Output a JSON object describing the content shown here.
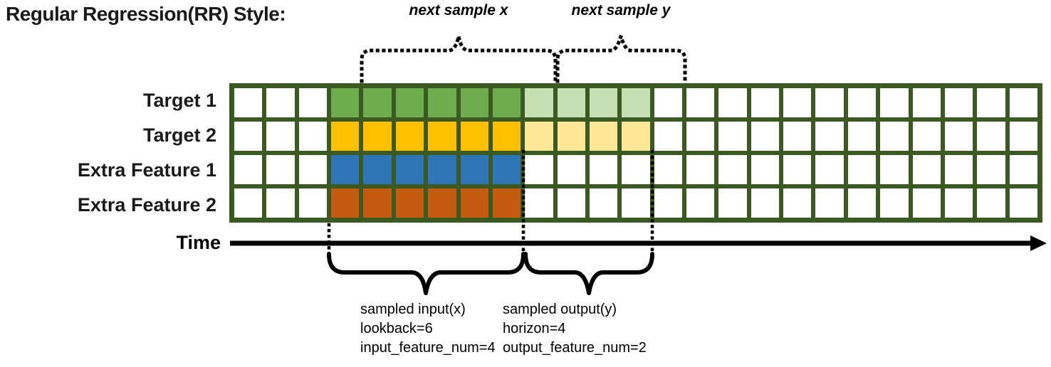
{
  "title": "Regular Regression(RR) Style:",
  "time_axis": {
    "label": "Time"
  },
  "annotations": {
    "next_sample_x": "next sample x",
    "next_sample_y": "next sample y",
    "input_caption": [
      "sampled input(x)",
      "lookback=6",
      "input_feature_num=4"
    ],
    "output_caption": [
      "sampled output(y)",
      "horizon=4",
      "output_feature_num=2"
    ]
  },
  "grid": {
    "columns": 25,
    "border_color": "#3B5A21",
    "rows": [
      {
        "label": "Target 1",
        "segments": [
          {
            "start": 3,
            "count": 6,
            "color": "#6FAC4D",
            "role": "sampled-input"
          },
          {
            "start": 9,
            "count": 4,
            "color": "#C6E0B4",
            "role": "sampled-output"
          }
        ]
      },
      {
        "label": "Target 2",
        "segments": [
          {
            "start": 3,
            "count": 6,
            "color": "#FFC000",
            "role": "sampled-input"
          },
          {
            "start": 9,
            "count": 4,
            "color": "#FFE699",
            "role": "sampled-output"
          }
        ]
      },
      {
        "label": "Extra Feature 1",
        "segments": [
          {
            "start": 3,
            "count": 6,
            "color": "#2E75B6",
            "role": "sampled-input"
          }
        ]
      },
      {
        "label": "Extra Feature 2",
        "segments": [
          {
            "start": 3,
            "count": 6,
            "color": "#C55A11",
            "role": "sampled-input"
          }
        ]
      }
    ]
  },
  "colors": {
    "grid_border": "#3B5A21",
    "target1_input": "#6FAC4D",
    "target1_output": "#C6E0B4",
    "target2_input": "#FFC000",
    "target2_output": "#FFE699",
    "extra1_input": "#2E75B6",
    "extra2_input": "#C55A11",
    "annotation": "#000000"
  }
}
